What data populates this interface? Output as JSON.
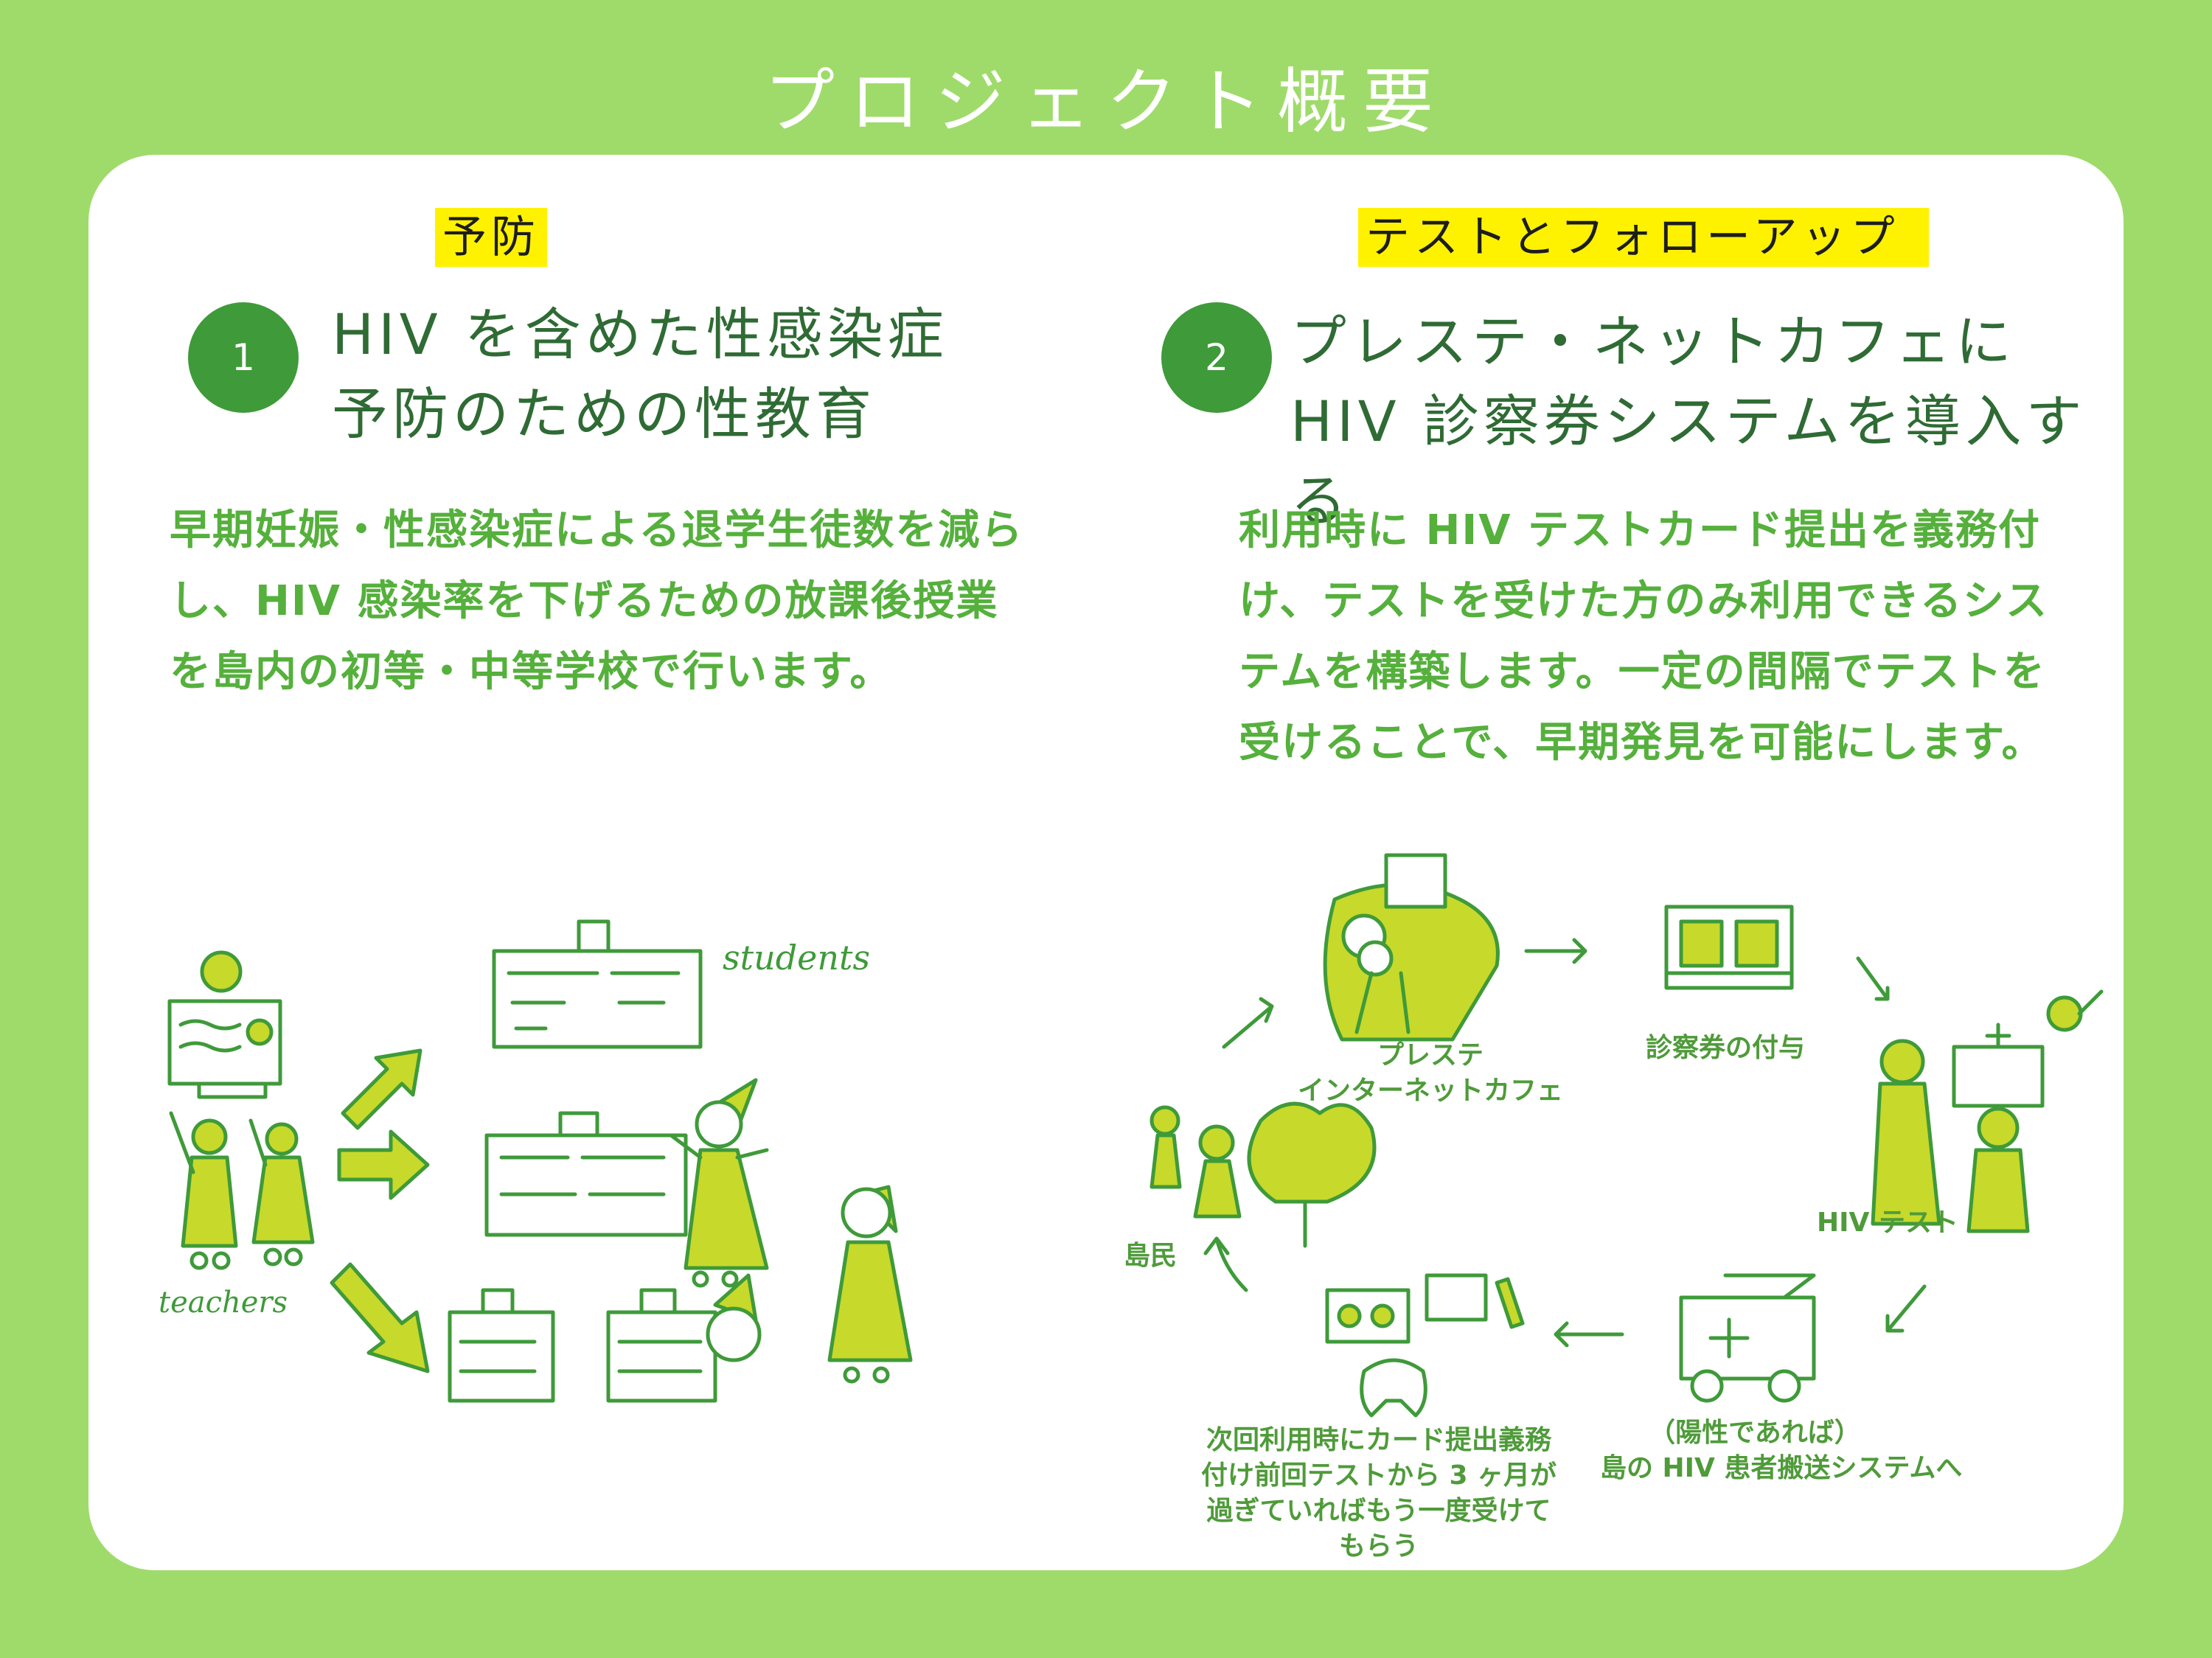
{
  "page": {
    "title": "プロジェクト概要"
  },
  "left": {
    "tag": "予防",
    "number": "1",
    "heading": [
      "HIV を含めた性感染症",
      "予防のための性教育"
    ],
    "body": [
      "早期妊娠・性感染症による退学生徒数を減ら",
      "し、HIV 感染率を下げるための放課後授業",
      "を島内の初等・中等学校で行います。"
    ],
    "illustration": {
      "students_label": "students",
      "teachers_label": "teachers"
    }
  },
  "right": {
    "tag": "テストとフォローアップ",
    "number": "2",
    "heading": [
      "プレステ・ネットカフェに",
      "HIV 診察券システムを導入する"
    ],
    "body": [
      "利用時に HIV テストカード提出を義務付",
      "け、テストを受けた方のみ利用できるシス",
      "テムを構築します。一定の間隔でテストを",
      "受けることで、早期発見を可能にします。"
    ],
    "cycle": {
      "cafe": [
        "プレステ",
        "インターネットカフェ"
      ],
      "card": [
        "診察券の付与"
      ],
      "test": [
        "HIV テスト"
      ],
      "transport": [
        "（陽性であれば）",
        "島の HIV 患者搬送システムへ"
      ],
      "next": [
        "次回利用時にカード提出義務",
        "付け前回テストから 3 ヶ月が",
        "過ぎていればもう一度受けて",
        "もらう"
      ],
      "islanders": [
        "島民"
      ]
    }
  },
  "colors": {
    "background": "#9fdb6a",
    "card": "#ffffff",
    "highlight": "#fff200",
    "accent_dark": "#3f9a3a",
    "text_green": "#55b03c",
    "sketch_fill": "#c7d92a"
  }
}
